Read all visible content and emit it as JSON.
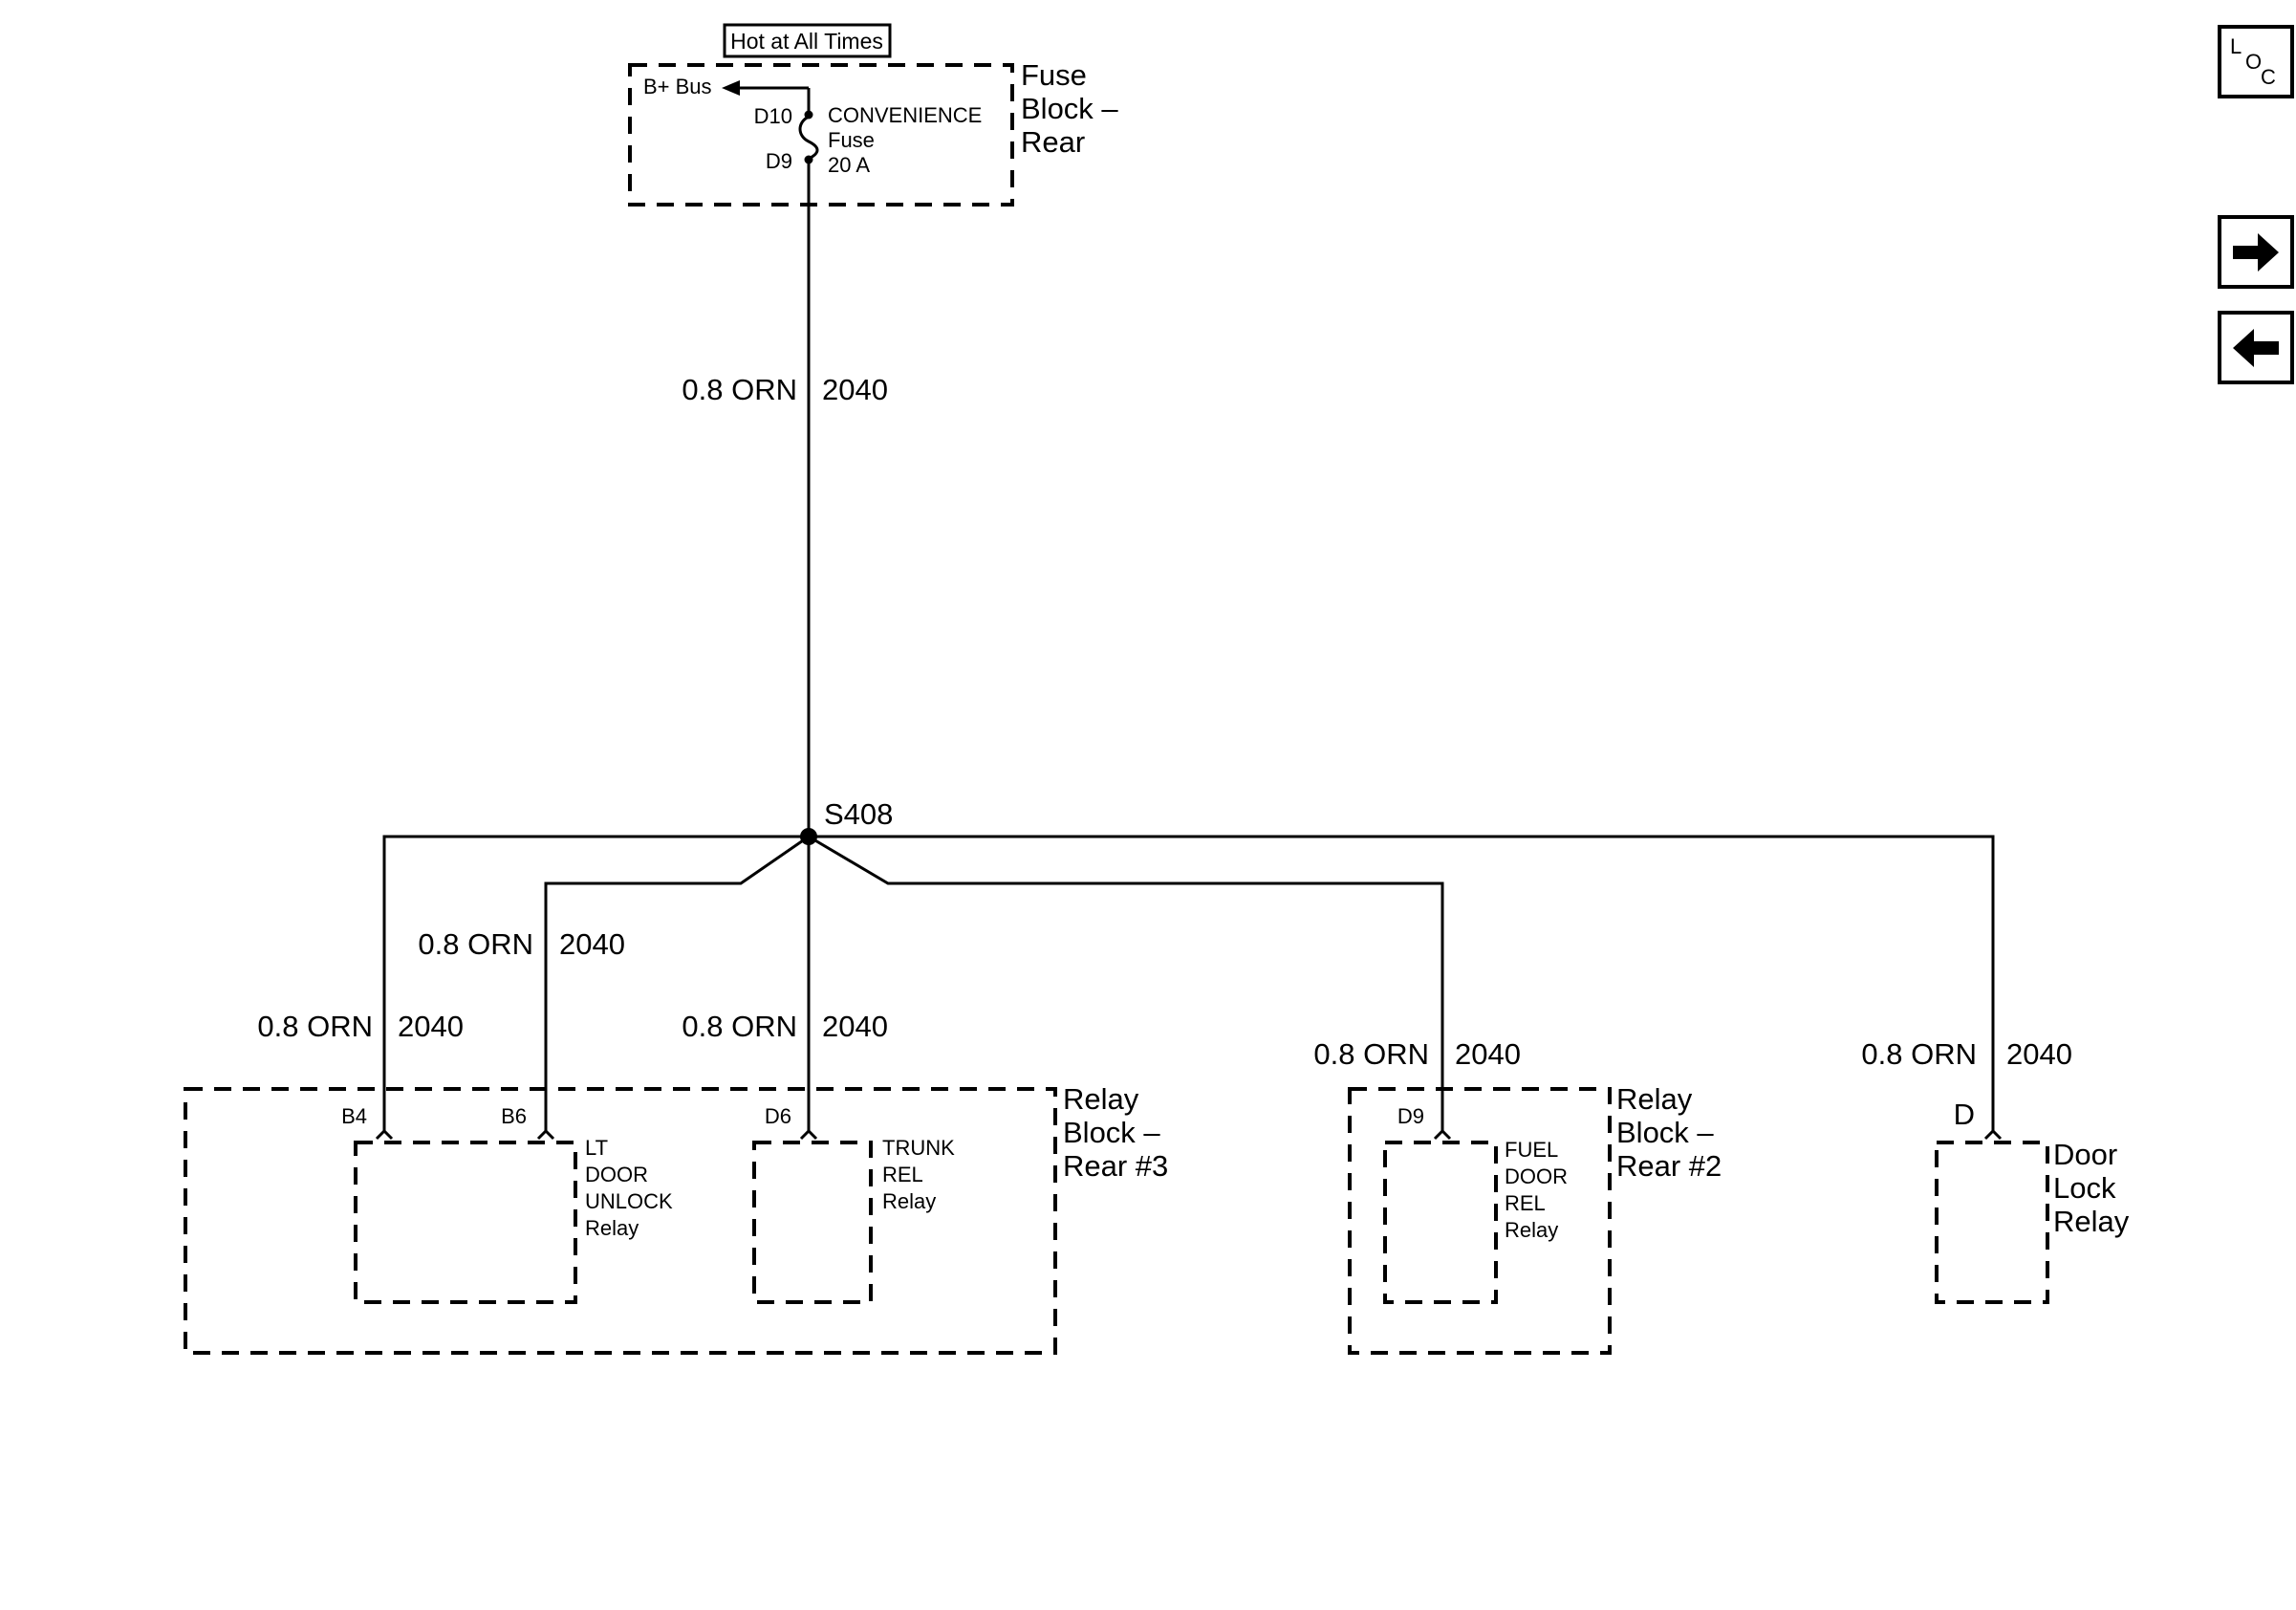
{
  "header": {
    "hot_label": "Hot at All Times"
  },
  "fuse_block": {
    "title_lines": [
      "Fuse",
      "Block –",
      "Rear"
    ],
    "bus_label": "B+ Bus",
    "pin_top": "D10",
    "pin_bottom": "D9",
    "fuse_lines": [
      "CONVENIENCE",
      "Fuse",
      "20 A"
    ]
  },
  "wires": {
    "main": {
      "gauge_color": "0.8 ORN",
      "circuit": "2040"
    },
    "b4": {
      "gauge_color": "0.8 ORN",
      "circuit": "2040"
    },
    "b6": {
      "gauge_color": "0.8 ORN",
      "circuit": "2040"
    },
    "d6": {
      "gauge_color": "0.8 ORN",
      "circuit": "2040"
    },
    "d9": {
      "gauge_color": "0.8 ORN",
      "circuit": "2040"
    },
    "d": {
      "gauge_color": "0.8 ORN",
      "circuit": "2040"
    }
  },
  "splice": {
    "label": "S408"
  },
  "relay_block_3": {
    "title_lines": [
      "Relay",
      "Block –",
      "Rear #3"
    ],
    "pins": {
      "b4": "B4",
      "b6": "B6",
      "d6": "D6"
    },
    "lt_door_unlock_relay": [
      "LT",
      "DOOR",
      "UNLOCK",
      "Relay"
    ],
    "trunk_rel_relay": [
      "TRUNK",
      "REL",
      "Relay"
    ]
  },
  "relay_block_2": {
    "title_lines": [
      "Relay",
      "Block –",
      "Rear #2"
    ],
    "pin": "D9",
    "fuel_door_rel_relay": [
      "FUEL",
      "DOOR",
      "REL",
      "Relay"
    ]
  },
  "door_lock_relay": {
    "pin": "D",
    "title_lines": [
      "Door",
      "Lock",
      "Relay"
    ]
  },
  "nav": {
    "loc_letters": [
      "L",
      "O",
      "C"
    ],
    "forward_icon": "arrow-right-icon",
    "back_icon": "arrow-left-icon"
  }
}
